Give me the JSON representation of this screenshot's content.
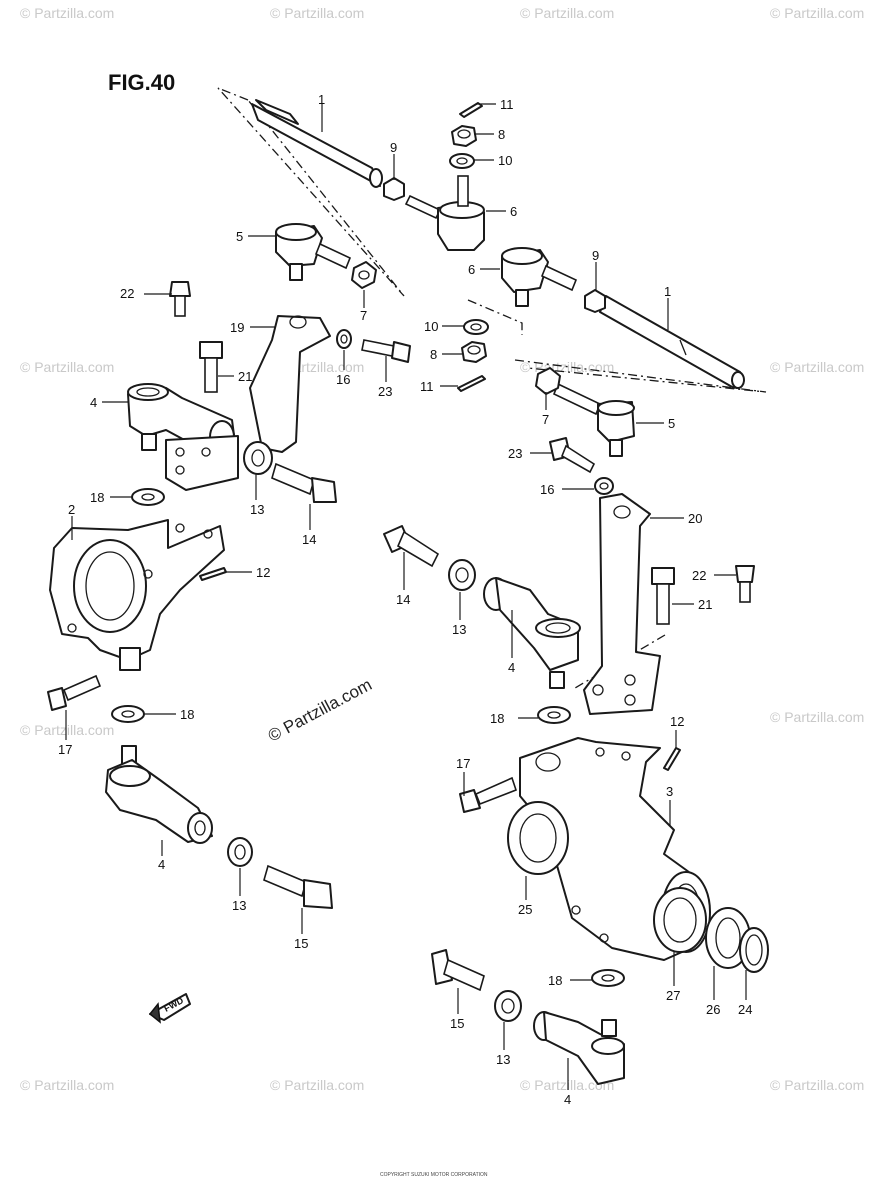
{
  "figure": {
    "title": "FIG.40"
  },
  "watermarks": {
    "center": "© Partzilla.com",
    "tile": "© Partzilla.com"
  },
  "fwd_label": "FWD",
  "footer_text": "COPYRIGHT SUZUKI MOTOR CORPORATION",
  "callouts": [
    "1",
    "11",
    "8",
    "10",
    "9",
    "6",
    "5",
    "6",
    "9",
    "1",
    "22",
    "7",
    "19",
    "10",
    "8",
    "16",
    "23",
    "11",
    "4",
    "21",
    "7",
    "5",
    "23",
    "16",
    "2",
    "18",
    "13",
    "14",
    "20",
    "12",
    "22",
    "14",
    "13",
    "21",
    "4",
    "18",
    "12",
    "17",
    "18",
    "17",
    "3",
    "4",
    "13",
    "25",
    "15",
    "18",
    "27",
    "26",
    "24",
    "15",
    "13",
    "4"
  ]
}
